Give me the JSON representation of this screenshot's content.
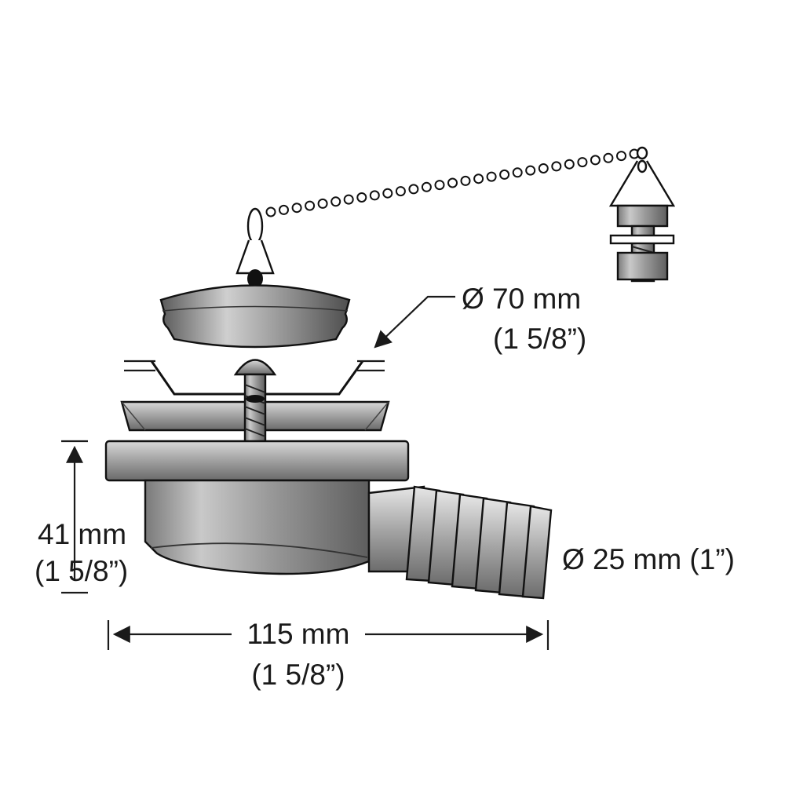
{
  "labels": {
    "top_diameter_mm": "Ø 70 mm",
    "top_diameter_in": "(1 5/8”)",
    "height_mm": "41 mm",
    "height_in": "(1 5/8”)",
    "outlet_diameter": "Ø 25 mm (1”)",
    "width_mm": "115 mm",
    "width_in": "(1 5/8”)"
  },
  "colors": {
    "ink": "#1a1a1a",
    "metal_dark": "#6e6e6e",
    "metal_mid": "#a8a8a8",
    "metal_light": "#e2e2e2"
  }
}
